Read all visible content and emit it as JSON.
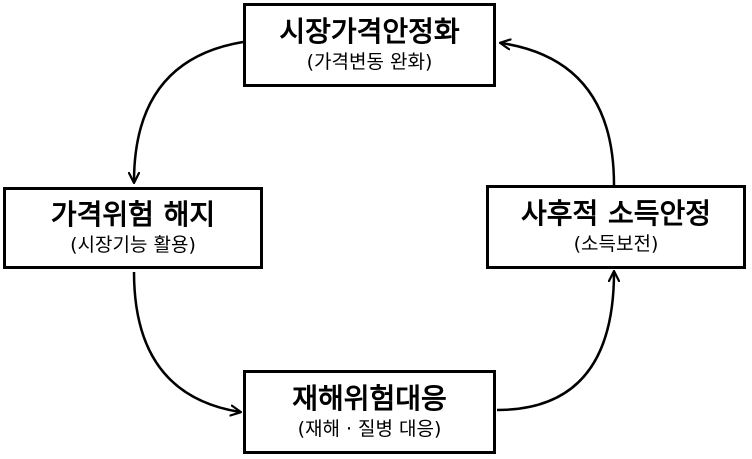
{
  "nodes": {
    "top": {
      "title": "시장가격안정화",
      "subtitle": "(가격변동 완화)"
    },
    "left": {
      "title": "가격위험 해지",
      "subtitle": "(시장기능 활용)"
    },
    "right": {
      "title": "사후적 소득안정",
      "subtitle": "(소득보전)"
    },
    "bottom": {
      "title": "재해위험대응",
      "subtitle": "(재해 · 질병 대응)"
    }
  },
  "colors": {
    "stroke": "#000000",
    "background": "#ffffff"
  }
}
